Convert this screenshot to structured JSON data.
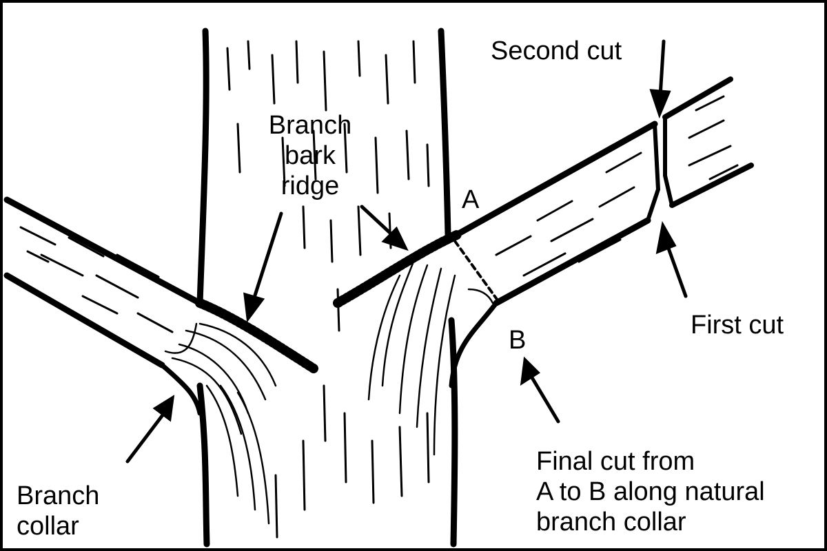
{
  "colors": {
    "ink": "#000000",
    "paper": "#ffffff"
  },
  "labels": {
    "second_cut": "Second cut",
    "branch_bark_ridge": [
      "Branch",
      "bark",
      "ridge"
    ],
    "point_a": "A",
    "point_b": "B",
    "first_cut": "First cut",
    "branch_collar": [
      "Branch",
      "collar"
    ],
    "final_cut": [
      "Final cut from",
      "A to B along natural",
      "branch collar"
    ]
  }
}
